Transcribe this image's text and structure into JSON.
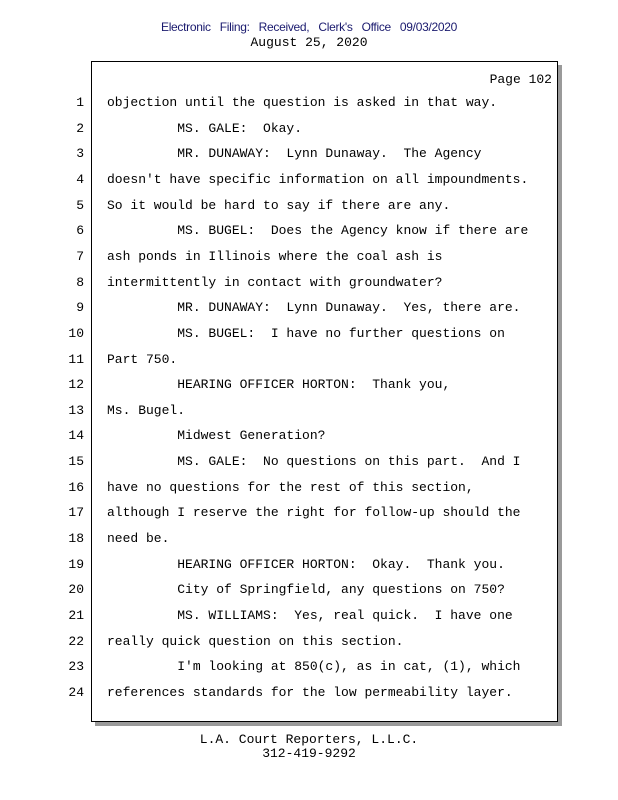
{
  "header": {
    "filing_stamp": "Electronic Filing: Received, Clerk's Office 09/03/2020",
    "date": "August 25, 2020"
  },
  "page_label": "Page 102",
  "lines": [
    {
      "n": "1",
      "text": "objection until the question is asked in that way."
    },
    {
      "n": "2",
      "text": "         MS. GALE:  Okay."
    },
    {
      "n": "3",
      "text": "         MR. DUNAWAY:  Lynn Dunaway.  The Agency"
    },
    {
      "n": "4",
      "text": "doesn't have specific information on all impoundments."
    },
    {
      "n": "5",
      "text": "So it would be hard to say if there are any."
    },
    {
      "n": "6",
      "text": "         MS. BUGEL:  Does the Agency know if there are"
    },
    {
      "n": "7",
      "text": "ash ponds in Illinois where the coal ash is"
    },
    {
      "n": "8",
      "text": "intermittently in contact with groundwater?"
    },
    {
      "n": "9",
      "text": "         MR. DUNAWAY:  Lynn Dunaway.  Yes, there are."
    },
    {
      "n": "10",
      "text": "         MS. BUGEL:  I have no further questions on"
    },
    {
      "n": "11",
      "text": "Part 750."
    },
    {
      "n": "12",
      "text": "         HEARING OFFICER HORTON:  Thank you,"
    },
    {
      "n": "13",
      "text": "Ms. Bugel."
    },
    {
      "n": "14",
      "text": "         Midwest Generation?"
    },
    {
      "n": "15",
      "text": "         MS. GALE:  No questions on this part.  And I"
    },
    {
      "n": "16",
      "text": "have no questions for the rest of this section,"
    },
    {
      "n": "17",
      "text": "although I reserve the right for follow-up should the"
    },
    {
      "n": "18",
      "text": "need be."
    },
    {
      "n": "19",
      "text": "         HEARING OFFICER HORTON:  Okay.  Thank you."
    },
    {
      "n": "20",
      "text": "         City of Springfield, any questions on 750?"
    },
    {
      "n": "21",
      "text": "         MS. WILLIAMS:  Yes, real quick.  I have one"
    },
    {
      "n": "22",
      "text": "really quick question on this section."
    },
    {
      "n": "23",
      "text": "         I'm looking at 850(c), as in cat, (1), which"
    },
    {
      "n": "24",
      "text": "references standards for the low permeability layer."
    }
  ],
  "footer": {
    "company": "L.A. Court Reporters, L.L.C.",
    "phone": "312-419-9292"
  }
}
